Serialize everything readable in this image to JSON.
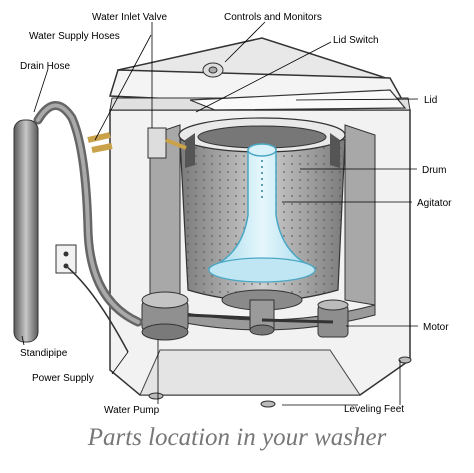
{
  "labels": {
    "water_inlet_valve": "Water Inlet Valve",
    "controls_and_monitors": "Controls and Monitors",
    "water_supply_hoses": "Water Supply Hoses",
    "lid_switch": "Lid Switch",
    "drain_hose": "Drain Hose",
    "lid": "Lid",
    "drum": "Drum",
    "agitator": "Agitator",
    "motor": "Motor",
    "standpipe": "Standipipe",
    "power_supply": "Power Supply",
    "water_pump": "Water Pump",
    "leveling_feet": "Leveling Feet"
  },
  "caption": "Parts location in your washer",
  "colors": {
    "cabinet": "#f2f2f2",
    "outline": "#333333",
    "drum_dark": "#8c8c8c",
    "drum_mid": "#b8b8b8",
    "agitator": "#bfe6f2",
    "agitator_edge": "#4aa7c4",
    "caption": "#777777"
  }
}
